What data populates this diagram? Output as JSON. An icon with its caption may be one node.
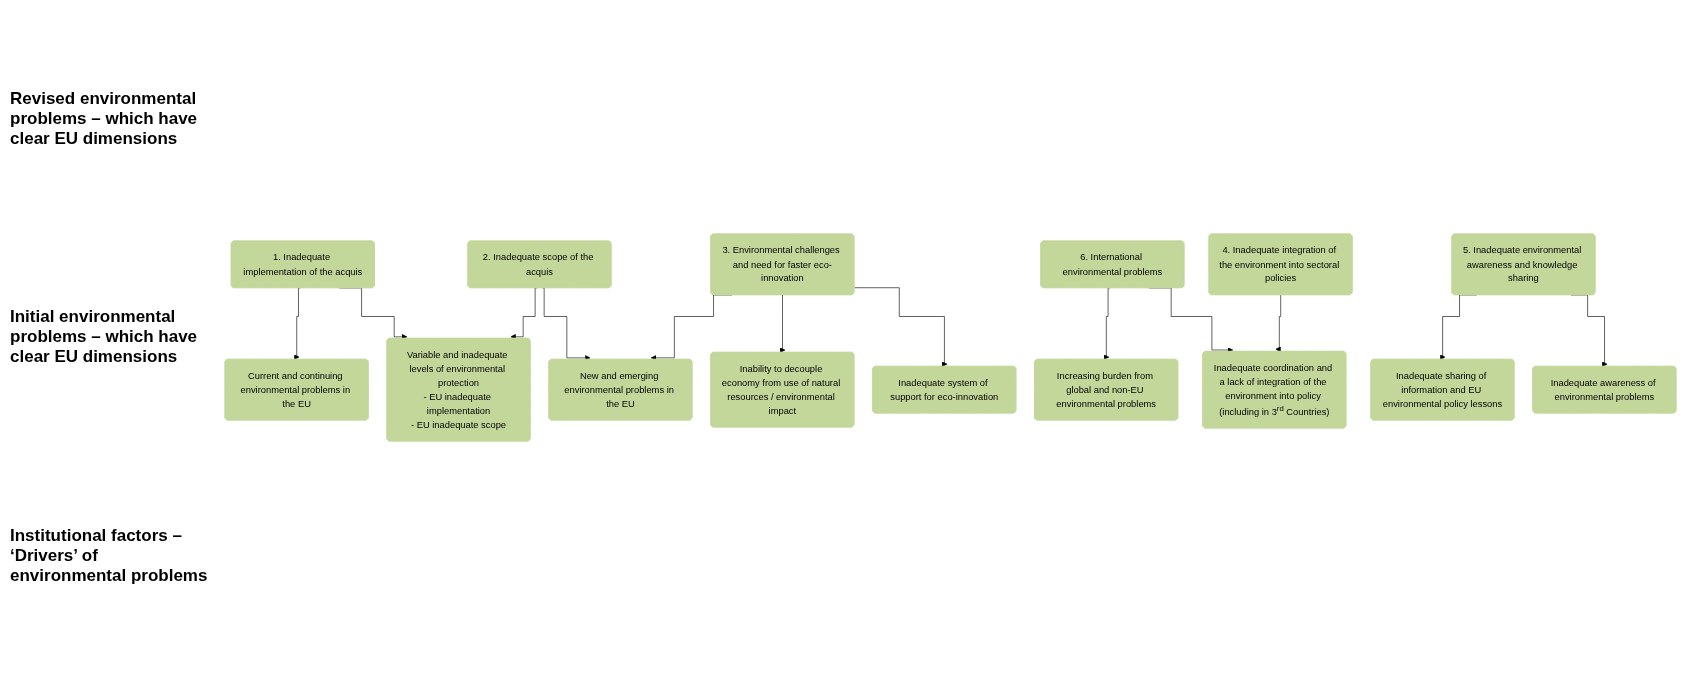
{
  "diagram": {
    "nodes": [
      {
        "text": [
          "Current and continuing environmental problems in the EU"
        ]
      },
      {
        "text": [
          "New and emerging environmental problems in the EU"
        ]
      },
      {
        "text": [
          "Inability to decouple economy from use of natural resources / environmental impact"
        ]
      },
      {
        "text": [
          "Increasing burden from global and non-EU environmental problems"
        ]
      },
      {
        "text": [
          "1. Inadequate implementation of the acquis"
        ]
      },
      {
        "text": [
          "2. Inadequate scope of the acquis"
        ]
      },
      {
        "text": [
          "3. Environmental challenges and need for faster eco-innovation"
        ]
      },
      {
        "text": [
          "6. International environmental problems"
        ]
      },
      {
        "text": [
          "4. Inadequate integration of the environment into sectoral policies"
        ]
      },
      {
        "text": [
          "5. Inadequate environmental awareness and knowledge sharing"
        ]
      },
      {
        "text": [
          "Variable and inadequate levels of environmental protection",
          "- EU inadequate implementation",
          "- EU inadequate scope"
        ]
      },
      {
        "text": [
          "Inadequate system of support for eco-innovation"
        ]
      },
      {
        "text": [
          "Inadequate coordination and a lack of integration of the environment into policy (including in 3$^{rd}$ Countries)"
        ]
      },
      {
        "text": [
          "Inadequate sharing of information and EU environmental policy lessons"
        ]
      },
      {
        "text": [
          "Inadequate awareness of environmental problems"
        ]
      }
    ],
    "edges": [
      {
        "from": 4,
        "to": 0,
        "arrow": "to"
      },
      {
        "from": 5,
        "to": 1,
        "arrow": "to"
      },
      {
        "from": 6,
        "to": 1,
        "arrow": "to"
      },
      {
        "from": 6,
        "to": 2,
        "arrow": "to"
      },
      {
        "from": 7,
        "to": 3,
        "arrow": "to"
      },
      {
        "from": 4,
        "to": 10,
        "arrow": "to"
      },
      {
        "from": 5,
        "to": 10,
        "arrow": "to"
      },
      {
        "from": 6,
        "to": 11,
        "arrow": "to"
      },
      {
        "from": 7,
        "to": 12,
        "arrow": "to"
      },
      {
        "from": 8,
        "to": 12,
        "arrow": "to"
      },
      {
        "from": 9,
        "to": 13,
        "arrow": "to"
      },
      {
        "from": 9,
        "to": 14,
        "arrow": "to"
      }
    ],
    "labels": [
      "Revised environmental problems – which have clear EU dimensions",
      "Initial environmental problems – which have clear EU dimensions",
      "Institutional factors – ‘Drivers’ of environmental problems"
    ]
  }
}
